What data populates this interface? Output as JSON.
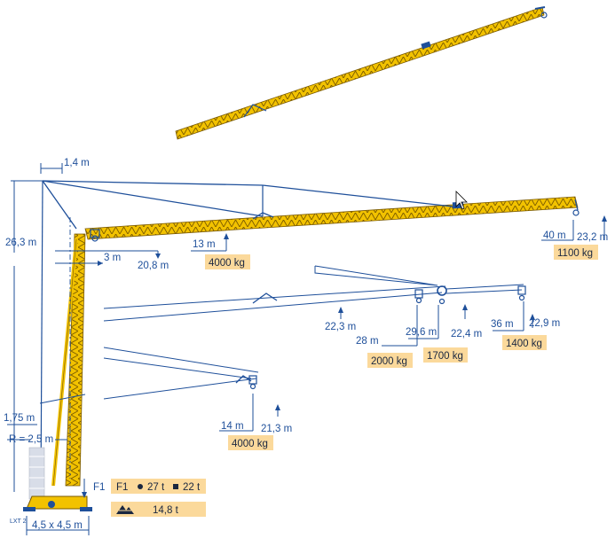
{
  "dims": {
    "offset_top": "1,4 m",
    "height_total": "26,3 m",
    "jib_root_offset": "3 m",
    "dist_20_8": "20,8 m",
    "dist_13": "13 m",
    "dist_40": "40 m",
    "height_23_2": "23,2 m",
    "height_22_3": "22,3 m",
    "dist_28": "28 m",
    "dist_29_6": "29,6 m",
    "height_22_4": "22,4 m",
    "dist_36": "36 m",
    "height_22_9": "22,9 m",
    "dist_14": "14 m",
    "height_21_3": "21,3 m",
    "height_1_75": "1,75 m",
    "radius": "R = 2,5 m",
    "base": "4,5 x 4,5 m"
  },
  "loads": {
    "l4000a": "4000 kg",
    "l1100": "1100 kg",
    "l2000": "2000 kg",
    "l1700": "1700 kg",
    "l1400": "1400 kg",
    "l4000b": "4000 kg"
  },
  "reactions": {
    "f1_label": "F1",
    "f1_a": "27 t",
    "f1_b": "22 t",
    "ballast": "14,8 t"
  },
  "model_tag": "LXT 2",
  "colors": {
    "line": "#1e4f9a",
    "lattice": "#f2c200",
    "box": "#fbd99b"
  }
}
